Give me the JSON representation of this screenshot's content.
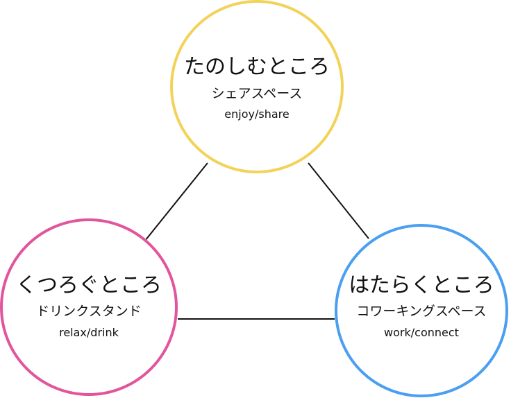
{
  "nodes": {
    "top": {
      "title": "たのしむところ",
      "subtitle": "シェアスペース",
      "english": "enjoy/share",
      "color": "#f2d35a"
    },
    "left": {
      "title": "くつろぐところ",
      "subtitle": "ドリンクスタンド",
      "english": "relax/drink",
      "color": "#e2559d"
    },
    "right": {
      "title": "はたらくところ",
      "subtitle": "コワーキングスペース",
      "english": "work/connect",
      "color": "#4a9ff0"
    }
  },
  "edges": [
    {
      "from": "top",
      "to": "left"
    },
    {
      "from": "top",
      "to": "right"
    },
    {
      "from": "left",
      "to": "right"
    }
  ]
}
